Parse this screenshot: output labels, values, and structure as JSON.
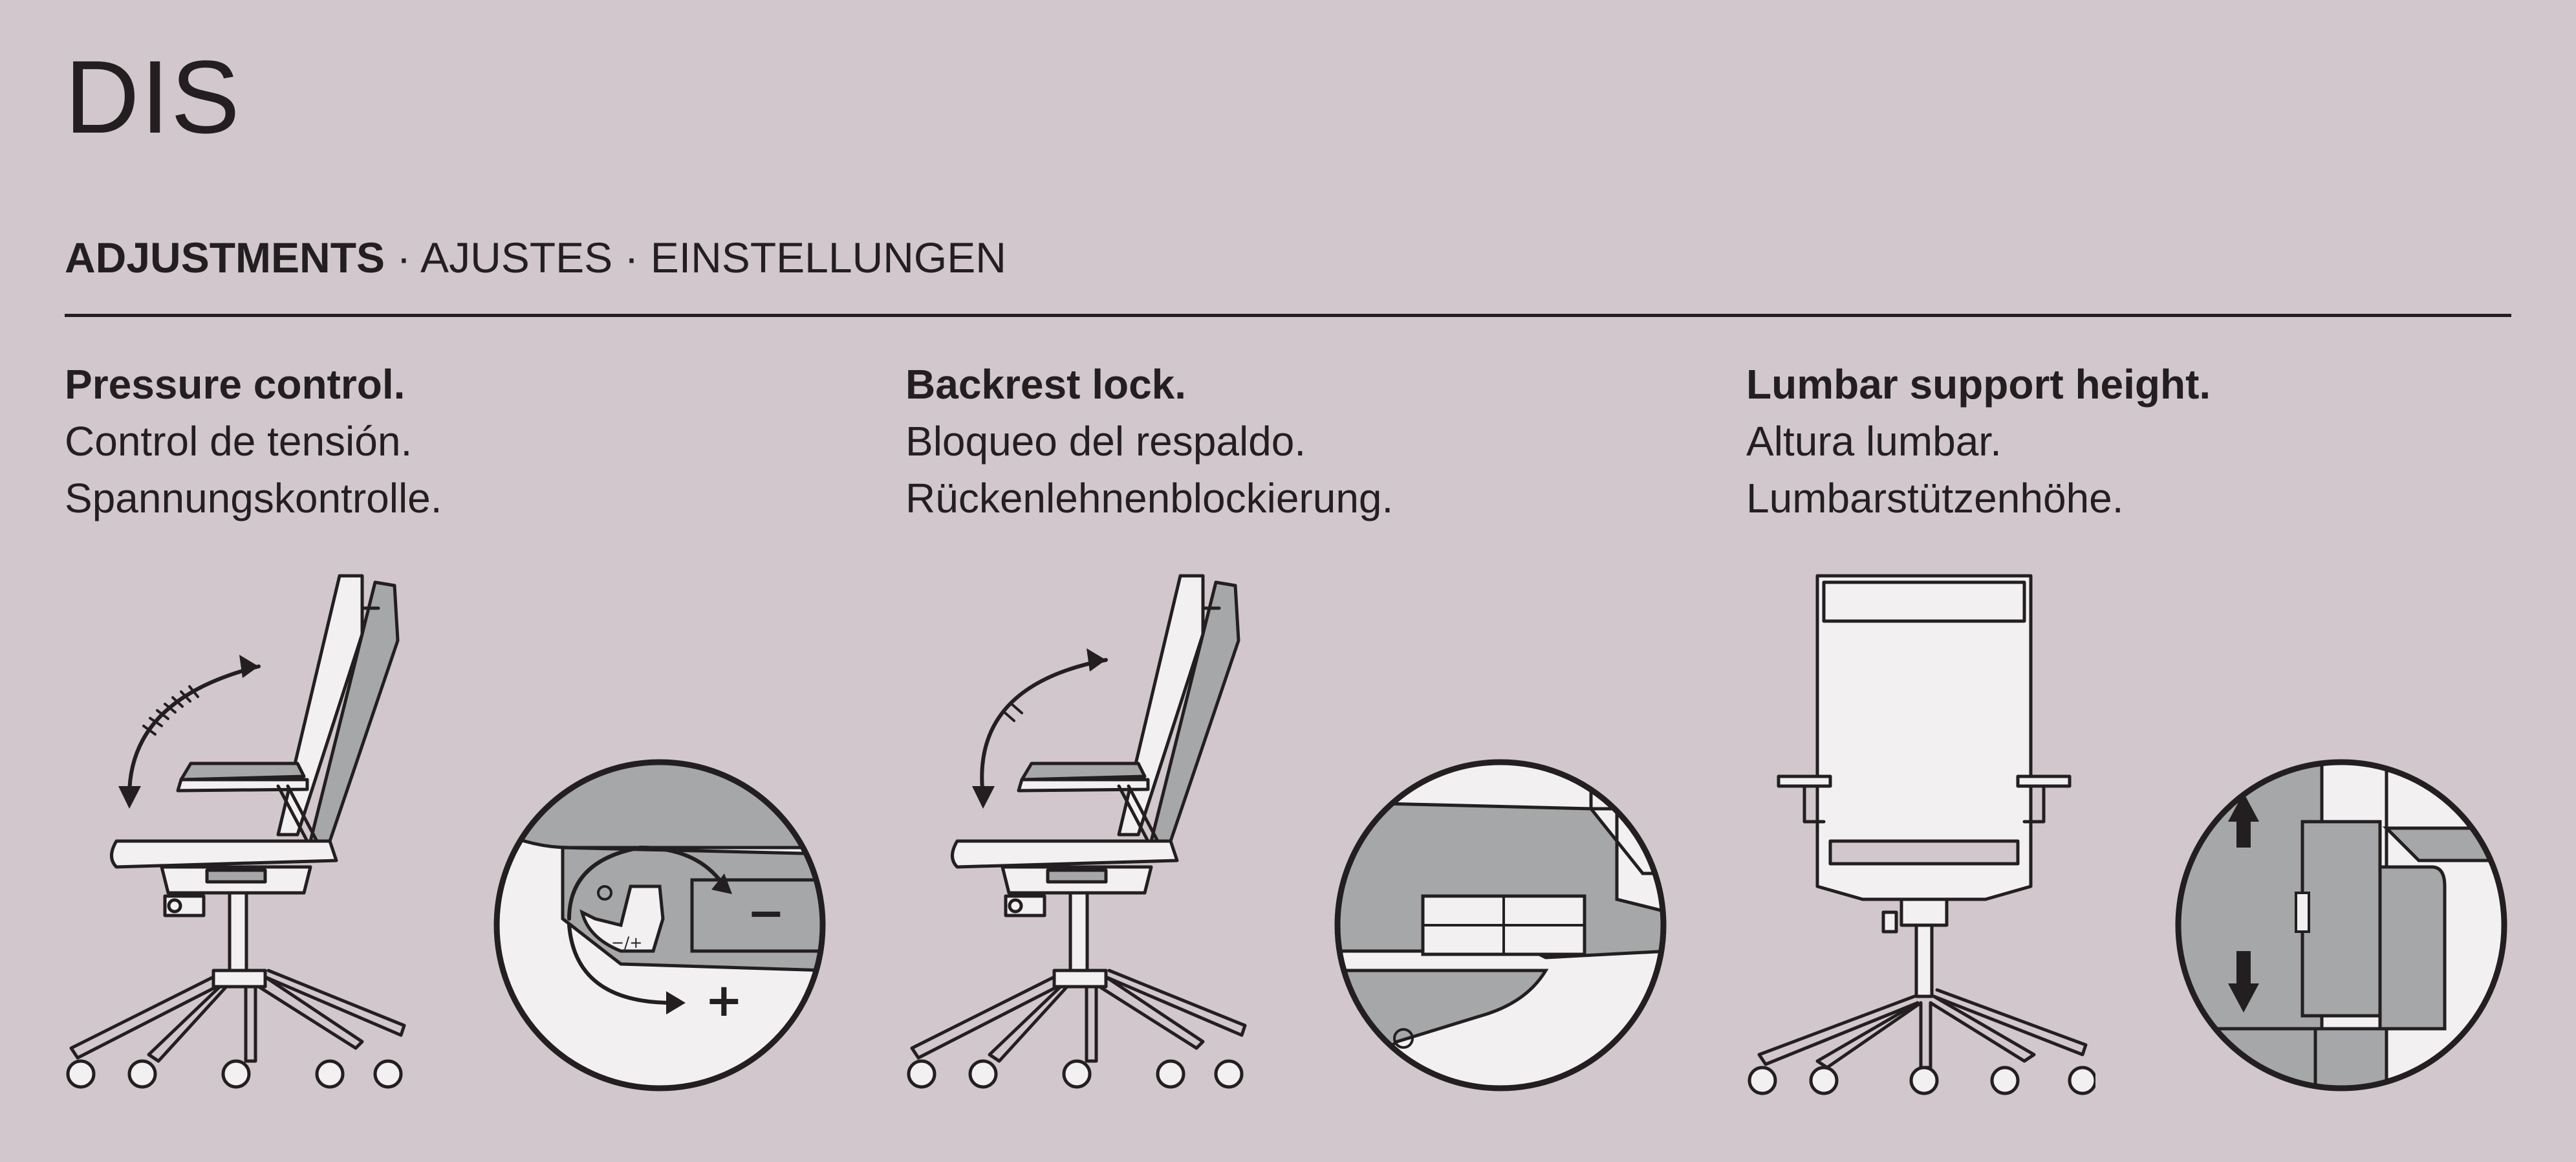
{
  "title": "DIS",
  "subtitle": {
    "bold": "ADJUSTMENTS",
    "rest": " · AJUSTES · EINSTELLUNGEN"
  },
  "sections": [
    {
      "heading": "Pressure control.",
      "line_es": "Control de tensión.",
      "line_de": "Spannungskontrolle.",
      "detail_minus": "−",
      "detail_plus": "+"
    },
    {
      "heading": "Backrest lock.",
      "line_es": "Bloqueo del respaldo.",
      "line_de": "Rückenlehnenblockierung."
    },
    {
      "heading": "Lumbar support height.",
      "line_es": "Altura lumbar.",
      "line_de": "Lumbarstützenhöhe."
    }
  ],
  "colors": {
    "background": "#d1c7cd",
    "ink": "#231f20",
    "fill_light": "#f2f0f1",
    "fill_grey": "#a6a7a8"
  },
  "icons": [
    "chair-side-icon",
    "chair-front-icon",
    "arrow-icon",
    "detail-magnifier-icon"
  ]
}
